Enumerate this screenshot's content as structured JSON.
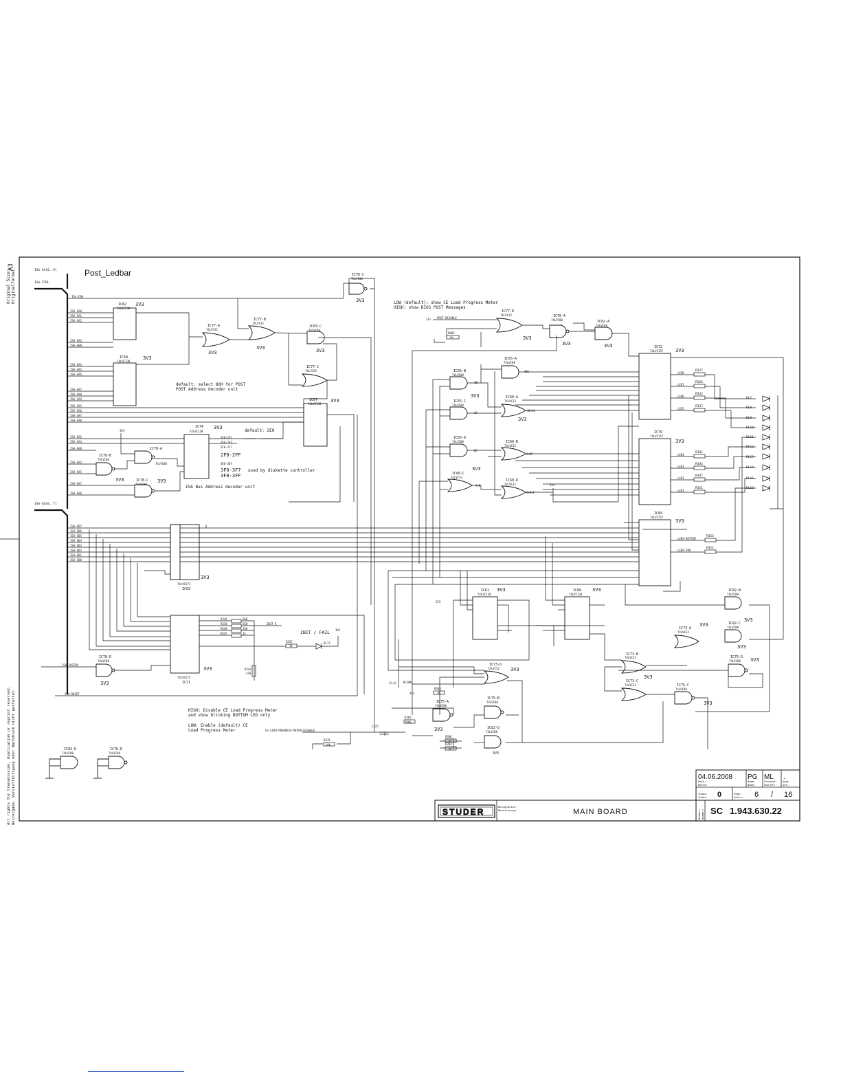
{
  "sheet": {
    "title": "Post_Ledbar",
    "side_left_top": [
      "Original Size:",
      "Originalformat:",
      "A3"
    ],
    "side_left_bottom": [
      "All rights for transmission, duplication or reprint reserved.",
      "Weitergabe, Vervielfältigung oder Nachdruck nicht gestattet."
    ]
  },
  "notes": {
    "low_default": "LOW (default): show CE Load Progress Meter",
    "high_bios": "HIGH: show BIOS POST Messages",
    "default_select": "default: select 80H for POST",
    "post_decoder": "POST Address decoder unit",
    "default_2e0": "default: 2E0",
    "diskette": "used by diskette controller",
    "isa_decoder": "ISA Bus Address decoder unit",
    "init_fail": "INIT / FAIL",
    "high_disable_1": "HIGH: Disable CE Load Progress Meter",
    "high_disable_2": "and show blinking BOTTOM LED only",
    "low_enable_1": "LOW: Enable (default) CE",
    "low_enable_2": "Load Progress Meter"
  },
  "addresses": [
    "2E0-2E7",
    "2E8-2EF",
    "2F0-2F7",
    "2F8-2FF",
    "3E8-3EF",
    "3F0-3F7",
    "3F8-3FF"
  ],
  "power": "3V3",
  "chips": [
    {
      "ref": "IC82",
      "type": "74LVC138"
    },
    {
      "ref": "IC58",
      "type": "74LVC138"
    },
    {
      "ref": "IC77-A",
      "type": "74LVC32"
    },
    {
      "ref": "IC77-B",
      "type": "74LVC32"
    },
    {
      "ref": "IC76-C",
      "type": "74LVC00"
    },
    {
      "ref": "IC83-C",
      "type": "74LVC08"
    },
    {
      "ref": "IC77-C",
      "type": "74LVC32"
    },
    {
      "ref": "IC67",
      "type": "74LVC138"
    },
    {
      "ref": "IC74",
      "type": "74LVC138"
    },
    {
      "ref": "IC78-A",
      "type": "74LVC00"
    },
    {
      "ref": "IC78-B",
      "type": "74LVC00"
    },
    {
      "ref": "IC78-C",
      "type": "74LVC00"
    },
    {
      "ref": "IC77-D",
      "type": "74LVC32"
    },
    {
      "ref": "IC76-A",
      "type": "74LVC00"
    },
    {
      "ref": "IC82-A",
      "type": "74LVC08"
    },
    {
      "ref": "IC65-A",
      "type": "74LVC08"
    },
    {
      "ref": "IC65-B",
      "type": "74LVC08"
    },
    {
      "ref": "IC65-C",
      "type": "74LVC08"
    },
    {
      "ref": "IC65-D",
      "type": "74LVC08"
    },
    {
      "ref": "IC60-A",
      "type": "74LVC32"
    },
    {
      "ref": "IC60-B",
      "type": "74LVC32"
    },
    {
      "ref": "IC60-C",
      "type": "74LVC32"
    },
    {
      "ref": "IC60-D",
      "type": "74LVC32"
    },
    {
      "ref": "IC72",
      "type": "74LVC157"
    },
    {
      "ref": "IC79",
      "type": "74LVC157"
    },
    {
      "ref": "IC84",
      "type": "74LVC157"
    },
    {
      "ref": "IC63",
      "type": "74LVC273"
    },
    {
      "ref": "IC71",
      "type": "74LVC273"
    },
    {
      "ref": "IC61",
      "type": "74LVC138"
    },
    {
      "ref": "IC66",
      "type": "74LVC138"
    },
    {
      "ref": "IC78-D",
      "type": "74LVC00"
    },
    {
      "ref": "IC73-A",
      "type": "74LVC32"
    },
    {
      "ref": "IC73-B",
      "type": "74LVC32"
    },
    {
      "ref": "IC73-C",
      "type": "74LVC32"
    },
    {
      "ref": "IC73-D",
      "type": "74LVC32"
    },
    {
      "ref": "IC75-A",
      "type": "74LVC00"
    },
    {
      "ref": "IC75-B",
      "type": "74LVC00"
    },
    {
      "ref": "IC75-C",
      "type": "74LVC00"
    },
    {
      "ref": "IC75-D",
      "type": "74LVC00"
    },
    {
      "ref": "IC82-B",
      "type": "74LVC08"
    },
    {
      "ref": "IC82-C",
      "type": "74LVC08"
    },
    {
      "ref": "IC82-D",
      "type": "74LVC08"
    },
    {
      "ref": "IC83-D",
      "type": "74LVC08"
    },
    {
      "ref": "IC76-D",
      "type": "74LVC00"
    }
  ],
  "buses": {
    "isa_sa": [
      "ISA-SA0",
      "ISA-SA1",
      "ISA-SA2",
      "ISA-SA3",
      "ISA-SA4",
      "ISA-SA5",
      "ISA-SA6",
      "ISA-SA7",
      "ISA-SA8",
      "ISA-SA9"
    ],
    "isa_sd": [
      "ISA-SD7",
      "ISA-SD6",
      "ISA-SD5",
      "ISA-SD4",
      "ISA-SD3",
      "ISA-SD2",
      "ISA-SD1",
      "ISA-SD0"
    ],
    "isa_iow": "ISA-IOW",
    "isa_aen": "ISA-AEN",
    "isa_iostrv": "ISA-IOSTRV",
    "isa_reset": "ISA-RESET"
  },
  "leds": {
    "outputs": [
      "LED8",
      "LED7",
      "LED6",
      "LED5",
      "LED4",
      "LED3",
      "LED2",
      "LED1"
    ],
    "resistors": [
      "R327",
      "R326",
      "R332",
      "R337",
      "R341",
      "R344",
      "R347",
      "R351"
    ],
    "diodes": [
      "DL7",
      "DL8",
      "DL9",
      "DL10",
      "DL11",
      "DL12",
      "DL13",
      "DL14",
      "DL15",
      "DL16"
    ],
    "bottom": "LED9-BOTTOM",
    "top": "LED9-TOP",
    "bottom_r": "R353",
    "top_r": "R322",
    "value": "1k"
  },
  "resistors_misc": [
    {
      "ref": "R336",
      "value": "560"
    },
    {
      "ref": "R330",
      "value": "560"
    },
    {
      "ref": "R348",
      "value": "560"
    },
    {
      "ref": "R345",
      "value": "1k"
    },
    {
      "ref": "R352",
      "value": "1k"
    },
    {
      "ref": "R342",
      "value": "470"
    },
    {
      "ref": "R402",
      "value": "10k"
    },
    {
      "ref": "R360",
      "value": "1M"
    },
    {
      "ref": "R366",
      "value": "100k"
    },
    {
      "ref": "R386",
      "value": "1M"
    },
    {
      "ref": "R384",
      "value": "1M"
    },
    {
      "ref": "R370",
      "value": "10k"
    }
  ],
  "caps": [
    {
      "ref": "C222"
    }
  ],
  "diode_init": "DL17",
  "signals": {
    "post_disable": "POST-DISABLE",
    "ce_load": "CE-LOAD-PROGRESS-METER-DISABLE",
    "blink": "BLINK",
    "init_r": "INIT_R"
  },
  "title_block": {
    "date": "04.06.2008",
    "drawn": "PG",
    "checked": "ML",
    "extra": ".",
    "label_date": [
      "Date:",
      "Datum:"
    ],
    "label_name": [
      "Name:",
      "Name:"
    ],
    "label_checked": [
      "Checked:",
      "Geprüft:"
    ],
    "label_appr": [
      "Appr.",
      "Gen.:"
    ],
    "index_label": [
      "Index:",
      "Index:"
    ],
    "index": "0",
    "page_label": [
      "Page:",
      "Seite:"
    ],
    "page": "6",
    "slash": "/",
    "pages": "16",
    "company": "STUDER",
    "desc_label": [
      "Designation:",
      "Bezeichnung:"
    ],
    "board": "MAIN BOARD",
    "number_label": [
      "Number:",
      "Nummer:"
    ],
    "prefix": "SC",
    "number": "1.943.630.22"
  }
}
